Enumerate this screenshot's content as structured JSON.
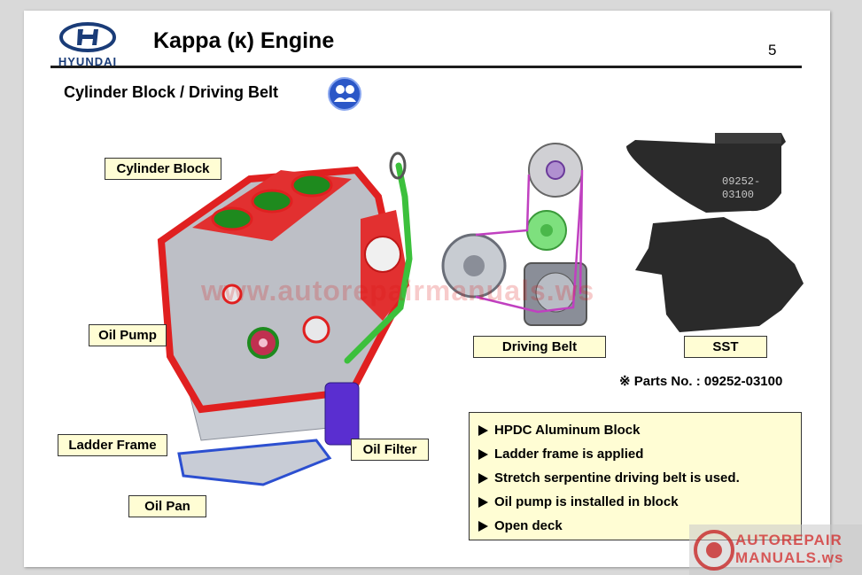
{
  "header": {
    "brand": "HYUNDAI",
    "title": "Kappa (κ) Engine",
    "page_number": "5"
  },
  "section": {
    "subtitle": "Cylinder Block / Driving Belt"
  },
  "callouts": {
    "cylinder_block": "Cylinder Block",
    "oil_pump": "Oil Pump",
    "ladder_frame": "Ladder Frame",
    "oil_pan": "Oil Pan",
    "oil_filter": "Oil Filter",
    "driving_belt": "Driving Belt",
    "sst": "SST"
  },
  "sst_part_stamp": [
    "09252-",
    "03100"
  ],
  "parts_no": "※ Parts No. : 09252-03100",
  "features": [
    "HPDC Aluminum Block",
    "Ladder frame is applied",
    "Stretch serpentine driving belt is used.",
    "Oil pump is installed in block",
    "Open deck"
  ],
  "watermark": "www.autorepairmanuals.ws",
  "corner_watermark": [
    "AUTOREPAIR",
    "MANUALS.ws"
  ],
  "colors": {
    "accent_red": "#e02020",
    "belt_magenta": "#c040c0",
    "label_bg": "#fffdd4",
    "brand_blue": "#1a3c78"
  }
}
